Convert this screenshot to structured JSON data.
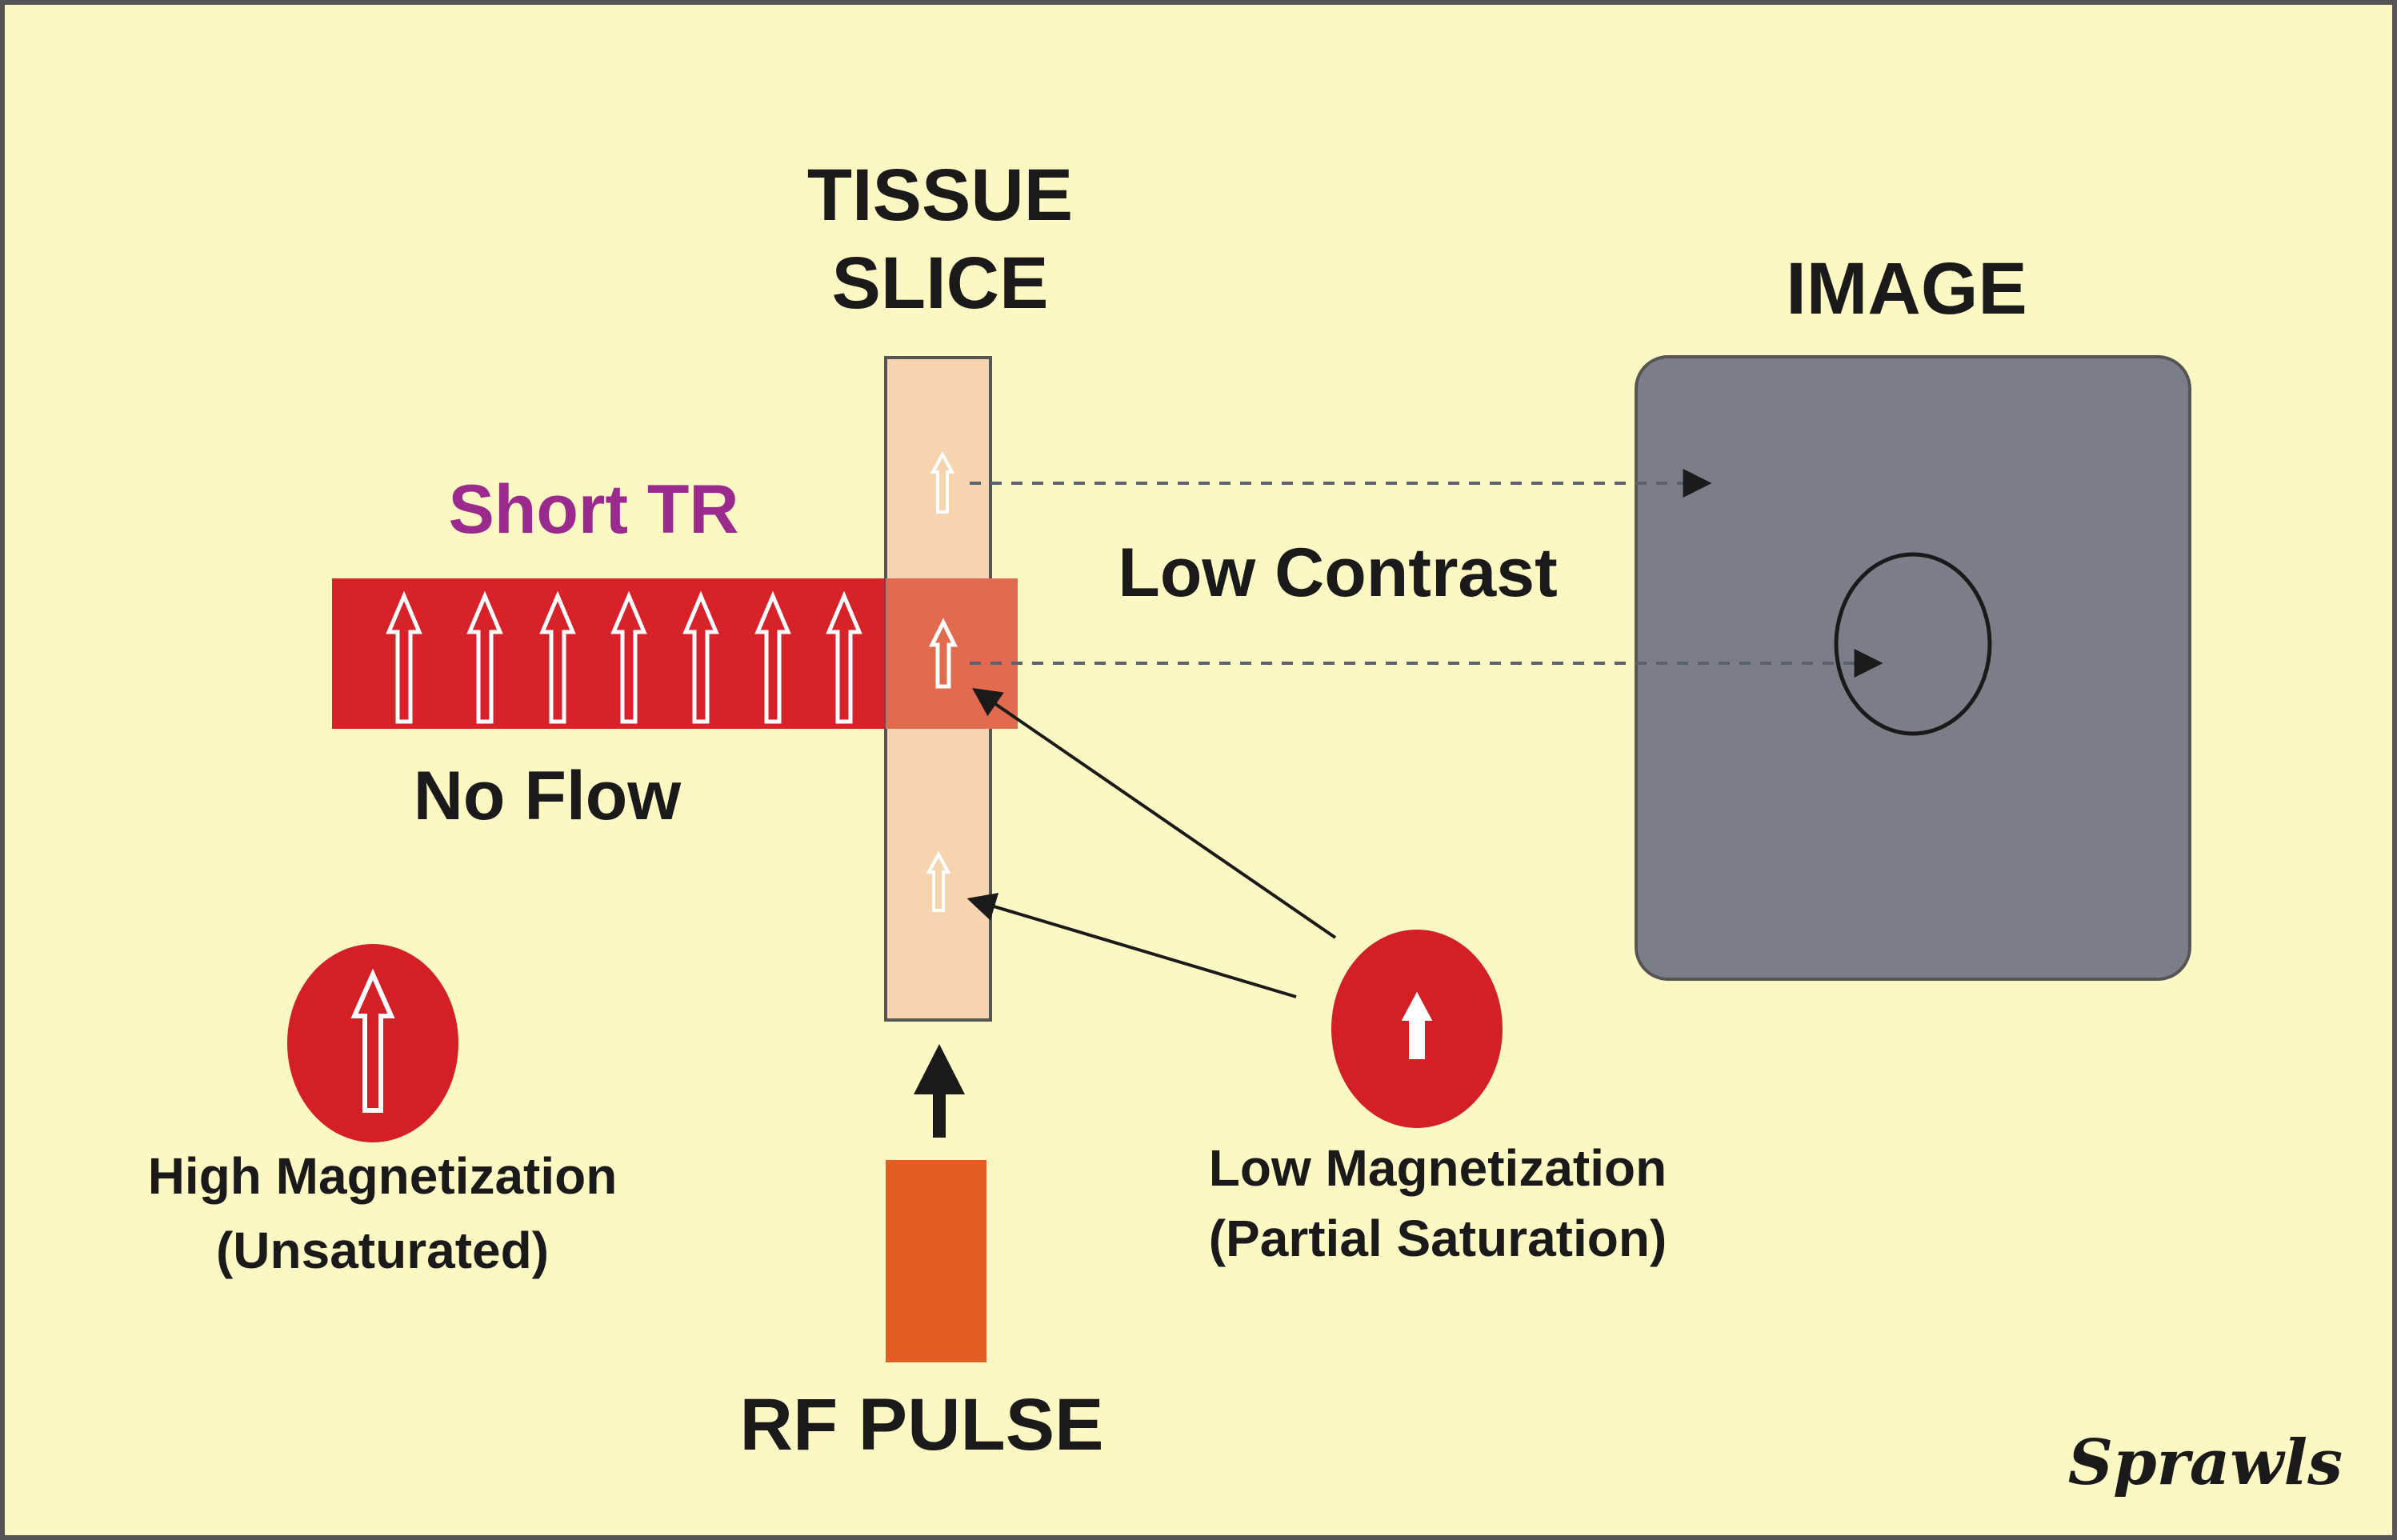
{
  "colors": {
    "background": "#fbf8c4",
    "border": "#555555",
    "flow_band": "#d7222a",
    "tissue_slice": "#f6d4b0",
    "overlap": "#e26a4f",
    "image_panel": "#7b7e88",
    "rf_pulse": "#e35c24",
    "magnetization_circle": "#d41f26",
    "text": "#1a1a1a",
    "short_tr": "#9b2a8f",
    "dashed_line": "#5a6270"
  },
  "icons": {
    "magnetization": "hollow-up-arrow-icon",
    "rf_direction": "solid-up-arrow-icon",
    "pointer": "arrowhead-icon"
  },
  "labels": {
    "tissue_slice_line1": "TISSUE",
    "tissue_slice_line2": "SLICE",
    "image": "IMAGE",
    "short_tr": "Short TR",
    "low_contrast": "Low Contrast",
    "no_flow": "No Flow",
    "high_mag_line1": "High Magnetization",
    "high_mag_line2": "(Unsaturated)",
    "low_mag_line1": "Low Magnetization",
    "low_mag_line2": "(Partial Saturation)",
    "rf_pulse": "RF PULSE",
    "signature": "Sprawls"
  }
}
